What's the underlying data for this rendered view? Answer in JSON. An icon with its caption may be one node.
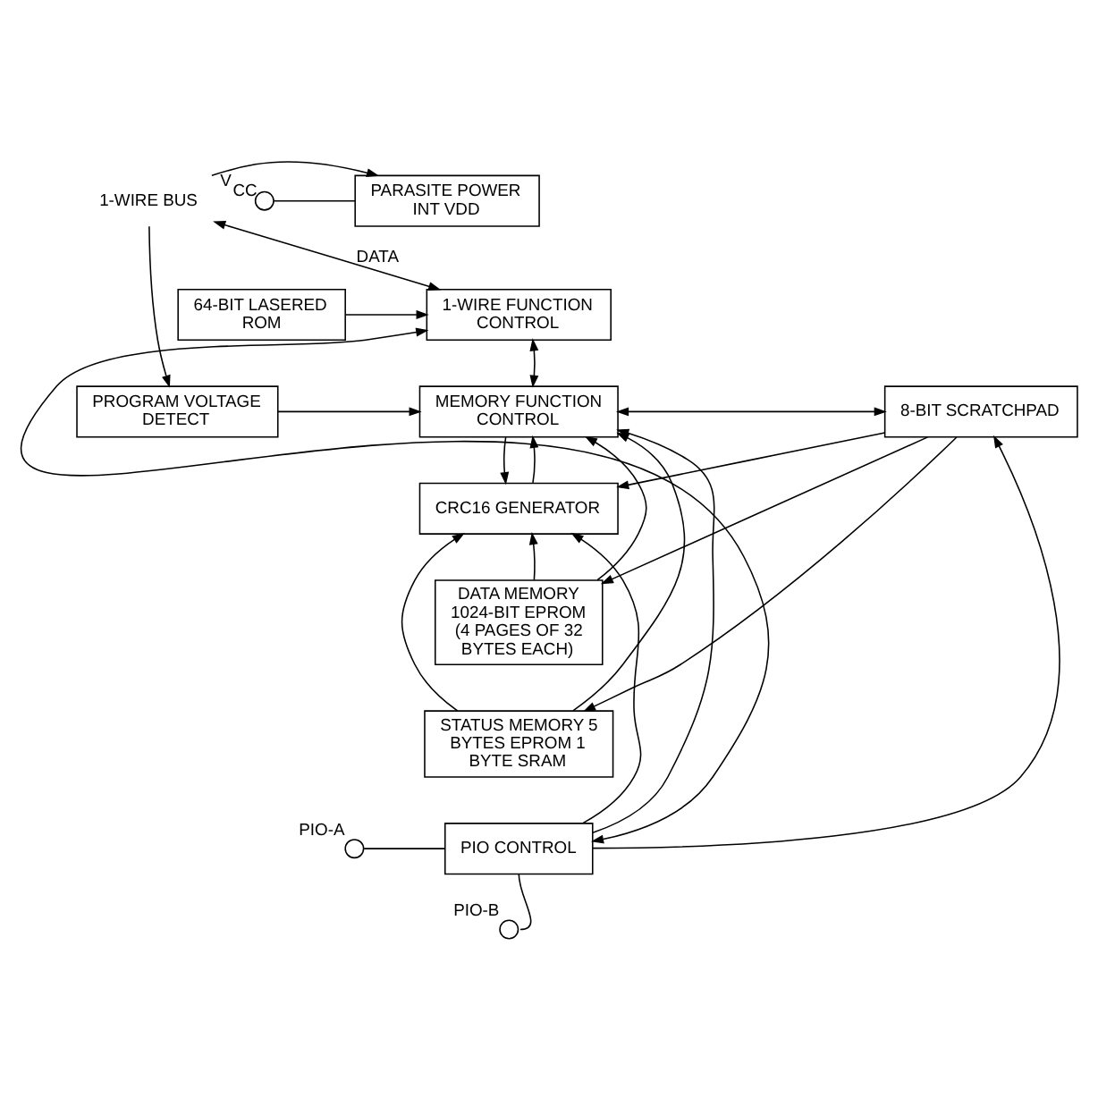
{
  "diagram": {
    "nodes": [
      {
        "text": [
          "1-WIRE BUS"
        ]
      },
      {
        "text": [
          "PARASITE POWER INT VDD"
        ]
      },
      {
        "text": [],
        "shape": "circle",
        "beside": [
          "V$_{CC}$"
        ]
      },
      {
        "text": [
          "64-BIT LASERED ROM"
        ]
      },
      {
        "text": [
          "1-WIRE FUNCTION CONTROL"
        ]
      },
      {
        "text": [
          "PROGRAM VOLTAGE DETECT"
        ]
      },
      {
        "text": [
          "MEMORY FUNCTION CONTROL"
        ]
      },
      {
        "text": [
          "8-BIT SCRATCHPAD"
        ]
      },
      {
        "text": [
          "CRC16 GENERATOR"
        ]
      },
      {
        "text": [
          "DATA MEMORY 1024-BIT EPROM (4 PAGES OF 32 BYTES EACH)"
        ]
      },
      {
        "text": [
          "STATUS MEMORY 5 BYTES EPROM 1 BYTE SRAM"
        ]
      },
      {
        "text": [
          "PIO CONTROL"
        ]
      },
      {
        "text": [],
        "shape": "circle",
        "beside": [
          "PIO-A"
        ]
      },
      {
        "text": [],
        "shape": "circle",
        "beside": [
          "PIO-B"
        ]
      }
    ],
    "edges": [
      {
        "from": 0,
        "to": 4,
        "arrow": "both",
        "label": "DATA"
      },
      {
        "from": 0,
        "to": 1,
        "arrow": "to"
      },
      {
        "from": 0,
        "to": 5,
        "arrow": "to"
      },
      {
        "from": 2,
        "to": 1,
        "arrow": "none"
      },
      {
        "from": 3,
        "to": 4,
        "arrow": "to"
      },
      {
        "from": 4,
        "to": 11,
        "arrow": "both"
      },
      {
        "from": 4,
        "to": 6,
        "arrow": "both"
      },
      {
        "from": 5,
        "to": 6,
        "arrow": "to"
      },
      {
        "from": 6,
        "to": 7,
        "arrow": "both"
      },
      {
        "from": 6,
        "to": 8,
        "arrow": "to"
      },
      {
        "from": 7,
        "to": 8,
        "arrow": "to"
      },
      {
        "from": 8,
        "to": 6,
        "arrow": "to"
      },
      {
        "from": 9,
        "to": 6,
        "arrow": "to"
      },
      {
        "from": 9,
        "to": 8,
        "arrow": "to"
      },
      {
        "from": 10,
        "to": 6,
        "arrow": "to"
      },
      {
        "from": 10,
        "to": 8,
        "arrow": "to"
      },
      {
        "from": 11,
        "to": 6,
        "arrow": "to"
      },
      {
        "from": 11,
        "to": 8,
        "arrow": "to"
      },
      {
        "from": 7,
        "to": 9,
        "arrow": "to"
      },
      {
        "from": 7,
        "to": 10,
        "arrow": "to"
      },
      {
        "from": 11,
        "to": 7,
        "arrow": "to"
      },
      {
        "from": 12,
        "to": 11,
        "arrow": "none"
      },
      {
        "from": 13,
        "to": 11,
        "arrow": "none"
      }
    ]
  }
}
